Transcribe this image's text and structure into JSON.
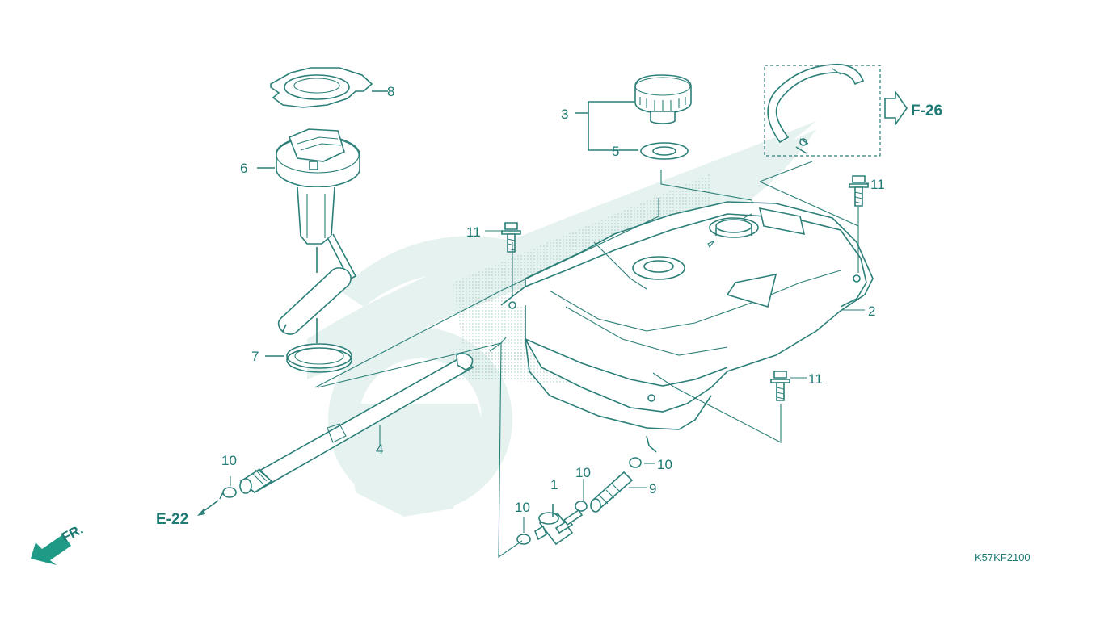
{
  "diagram": {
    "diagram_code": "K57KF2100",
    "direction_label": "FR.",
    "cross_references": [
      {
        "label": "F-26"
      },
      {
        "label": "E-22"
      }
    ],
    "callouts": [
      {
        "number": "1"
      },
      {
        "number": "2"
      },
      {
        "number": "3"
      },
      {
        "number": "4"
      },
      {
        "number": "5"
      },
      {
        "number": "6"
      },
      {
        "number": "7"
      },
      {
        "number": "8"
      },
      {
        "number": "9"
      },
      {
        "number": "10"
      },
      {
        "number": "10"
      },
      {
        "number": "10"
      },
      {
        "number": "10"
      },
      {
        "number": "11"
      },
      {
        "number": "11"
      },
      {
        "number": "11"
      }
    ],
    "colors": {
      "line": "#2b7f78",
      "watermark": "#e4f1ee",
      "stipple": "#b9d6cf"
    }
  }
}
